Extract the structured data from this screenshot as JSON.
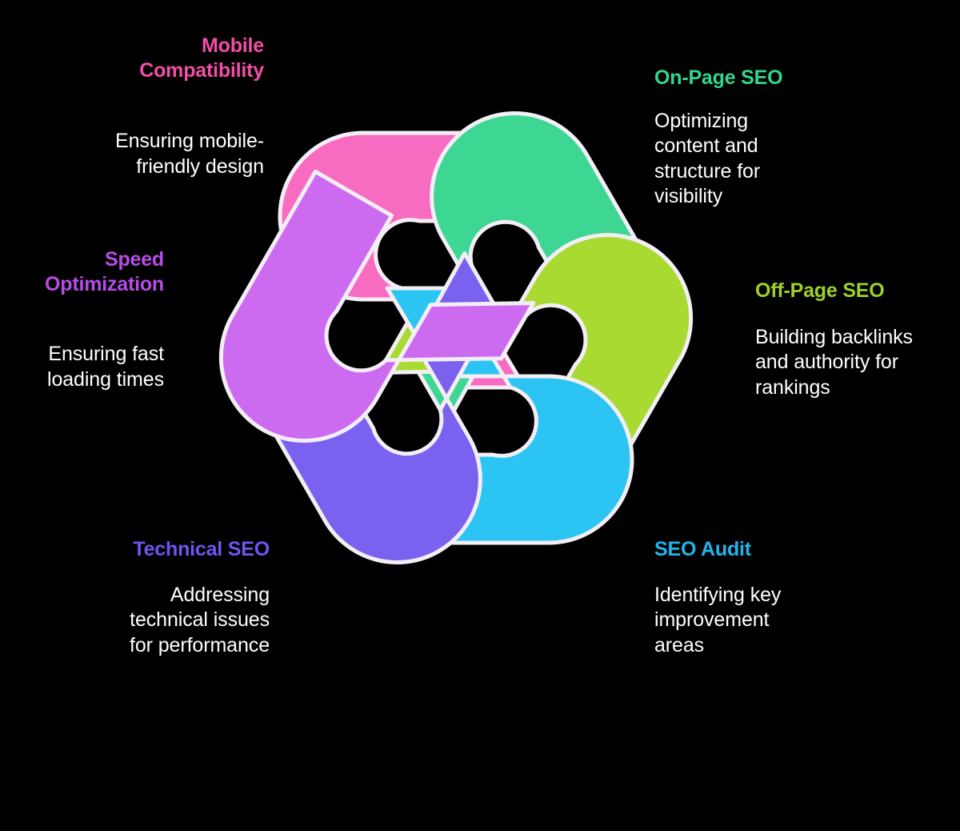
{
  "theme": {
    "background": "#000000",
    "body_text": "#ffffff",
    "ribbon_stroke": "#f3eef6"
  },
  "diagram": {
    "name": "seo-knot",
    "shape": "six-fold-interlocking-hook-knot",
    "segment_count": 6
  },
  "nodes": [
    {
      "id": "mobile-compatibility",
      "title": "Mobile\nCompatibility",
      "desc": "Ensuring mobile-\nfriendly design",
      "color": "#f24fa6",
      "ribbon_color": "#f76cc0",
      "align": "right"
    },
    {
      "id": "on-page-seo",
      "title": "On-Page SEO",
      "desc": "Optimizing\ncontent and\nstructure for\nvisibility",
      "color": "#33d68d",
      "ribbon_color": "#3ed693",
      "align": "left"
    },
    {
      "id": "speed-optimization",
      "title": "Speed\nOptimization",
      "desc": "Ensuring fast\nloading times",
      "color": "#b84ce8",
      "ribbon_color": "#cd6bf0",
      "align": "right"
    },
    {
      "id": "off-page-seo",
      "title": "Off-Page SEO",
      "desc": "Building backlinks\nand authority for\nrankings",
      "color": "#9ed02a",
      "ribbon_color": "#a8da31",
      "align": "left"
    },
    {
      "id": "technical-seo",
      "title": "Technical SEO",
      "desc": "Addressing\ntechnical issues\nfor performance",
      "color": "#6f55ee",
      "ribbon_color": "#7b61f0",
      "align": "right"
    },
    {
      "id": "seo-audit",
      "title": "SEO Audit",
      "desc": "Identifying key\nimprovement\nareas",
      "color": "#1fb6ec",
      "ribbon_color": "#2bc4f3",
      "align": "left"
    }
  ],
  "chart_data": {
    "type": "diagram",
    "title": "",
    "categories": [
      "Mobile Compatibility",
      "On-Page SEO",
      "Speed Optimization",
      "Off-Page SEO",
      "Technical SEO",
      "SEO Audit"
    ],
    "values": [
      "Ensuring mobile-friendly design",
      "Optimizing content and structure for visibility",
      "Ensuring fast loading times",
      "Building backlinks and authority for rankings",
      "Addressing technical issues for performance",
      "Identifying key improvement areas"
    ],
    "colors": [
      "#f76cc0",
      "#3ed693",
      "#cd6bf0",
      "#a8da31",
      "#7b61f0",
      "#2bc4f3"
    ],
    "segment_rotations_deg": [
      0,
      60,
      120,
      180,
      240,
      300
    ],
    "legend": "none",
    "grid": false
  }
}
